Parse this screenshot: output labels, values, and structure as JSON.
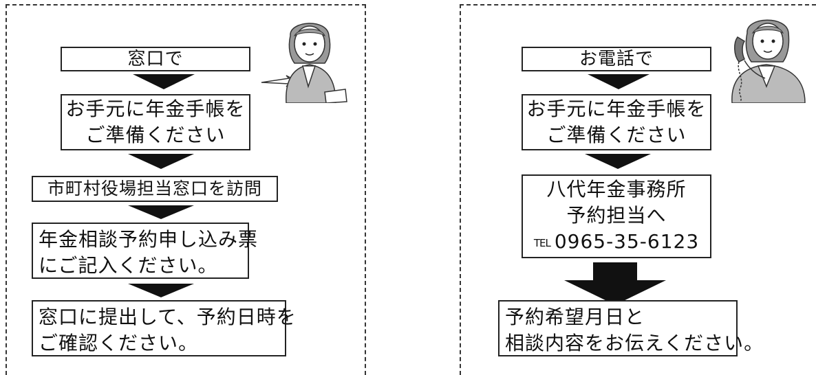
{
  "left": {
    "steps": [
      {
        "lines": [
          "窓口で"
        ]
      },
      {
        "lines": [
          "お手元に年金手帳を",
          "ご準備ください"
        ]
      },
      {
        "lines": [
          "市町村役場担当窓口を訪問"
        ]
      },
      {
        "lines": [
          "年金相談予約申し込み票",
          "にご記入ください。"
        ]
      },
      {
        "lines": [
          "窓口に提出して、予約日時を",
          "ご確認ください。"
        ]
      }
    ]
  },
  "right": {
    "steps": [
      {
        "lines": [
          "お電話で"
        ]
      },
      {
        "lines": [
          "お手元に年金手帳を",
          "ご準備ください"
        ]
      },
      {
        "lines": [
          "八代年金事務所",
          "予約担当へ"
        ],
        "tel_label": "TEL",
        "tel_number": "0965-35-6123"
      },
      {
        "lines": [
          "予約希望月日と",
          "相談内容をお伝えください。"
        ]
      }
    ]
  }
}
